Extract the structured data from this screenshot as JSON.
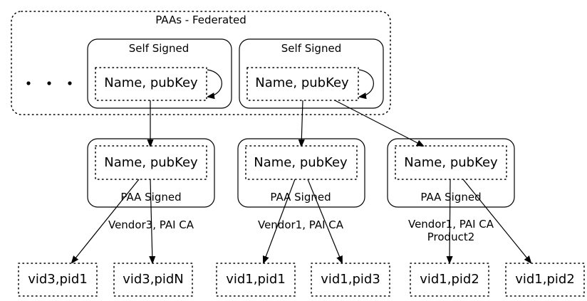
{
  "cluster": {
    "label": "PAAs - Federated"
  },
  "paa": [
    {
      "title": "Self Signed",
      "key": "Name, pubKey"
    },
    {
      "title": "Self Signed",
      "key": "Name, pubKey"
    }
  ],
  "pai": [
    {
      "key": "Name, pubKey",
      "signed": "PAA Signed",
      "edge_label": [
        "Vendor3, PAI CA"
      ]
    },
    {
      "key": "Name, pubKey",
      "signed": "PAA Signed",
      "edge_label": [
        "Vendor1, PAI CA"
      ]
    },
    {
      "key": "Name, pubKey",
      "signed": "PAA Signed",
      "edge_label": [
        "Vendor1, PAI CA",
        "Product2"
      ]
    }
  ],
  "dac": [
    {
      "label": "vid3,pid1"
    },
    {
      "label": "vid3,pidN"
    },
    {
      "label": "vid1,pid1"
    },
    {
      "label": "vid1,pid3"
    },
    {
      "label": "vid1,pid2"
    },
    {
      "label": "vid1,pid2"
    }
  ]
}
